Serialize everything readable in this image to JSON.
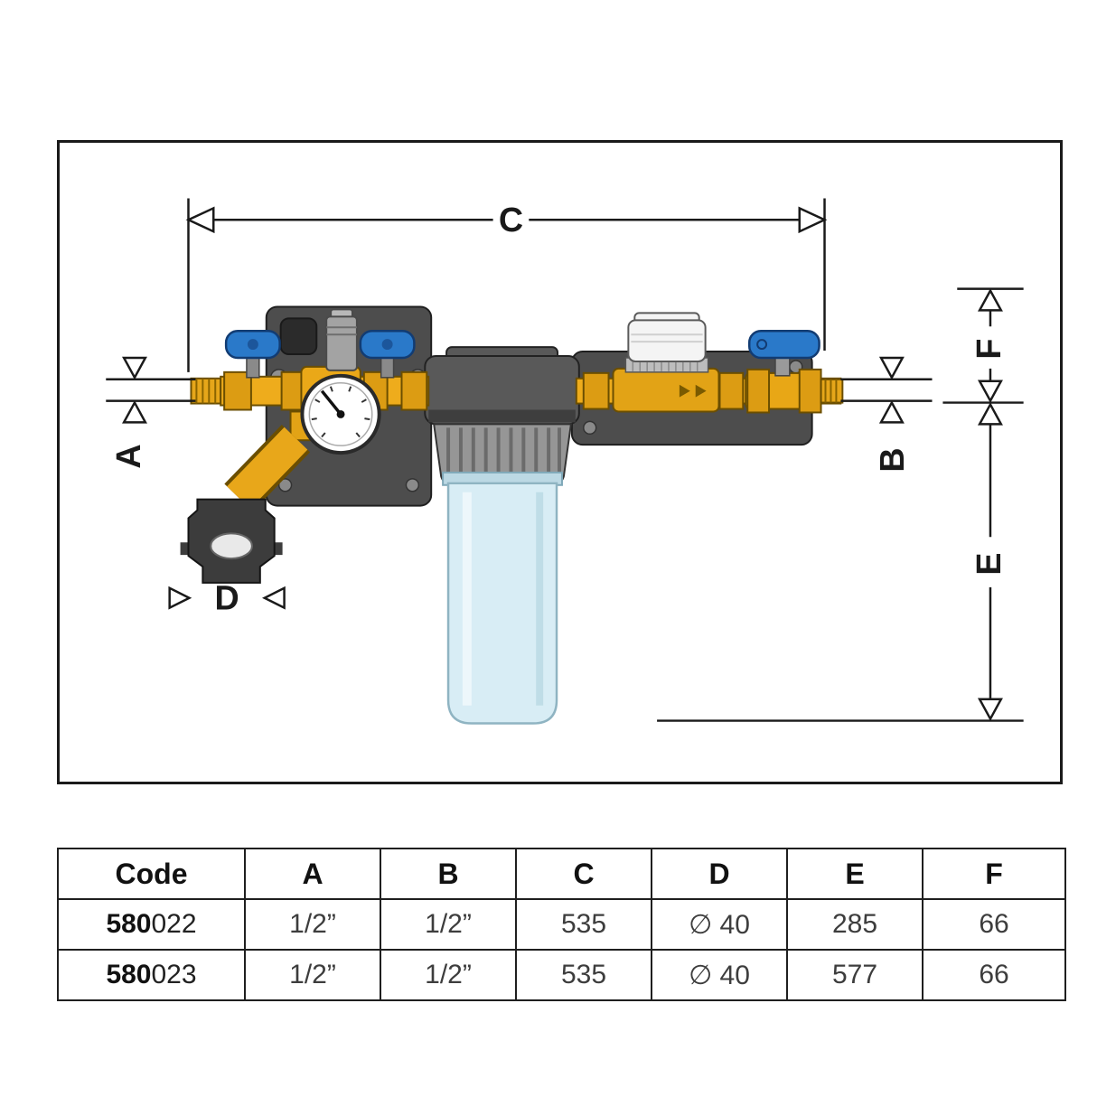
{
  "diagram": {
    "labels": {
      "A": "A",
      "B": "B",
      "C": "C",
      "D": "D",
      "E": "E",
      "F": "F"
    }
  },
  "table": {
    "headers": [
      "Code",
      "A",
      "B",
      "C",
      "D",
      "E",
      "F"
    ],
    "rows": [
      {
        "code_prefix": "580",
        "code_suffix": "022",
        "a": "1/2”",
        "b": "1/2”",
        "c": "535",
        "d": "∅ 40",
        "e": "285",
        "f": "66"
      },
      {
        "code_prefix": "580",
        "code_suffix": "023",
        "a": "1/2”",
        "b": "1/2”",
        "c": "535",
        "d": "∅ 40",
        "e": "577",
        "f": "66"
      }
    ]
  },
  "colors": {
    "brass": "#eeac1c",
    "handle_blue": "#2a79c9",
    "filter_bowl_blue": "#d8edf5",
    "bracket_gray": "#4d4d4d",
    "line_black": "#1a1a1a"
  }
}
